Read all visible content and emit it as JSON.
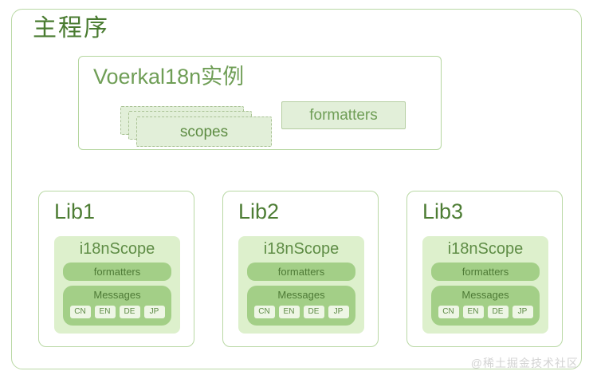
{
  "diagram": {
    "main_title": "主程序",
    "watermark": "@稀土掘金技术社区",
    "instance": {
      "title": "Voerkal18n实例",
      "scopes_label": "scopes",
      "formatters_label": "formatters"
    },
    "libs": [
      {
        "title": "Lib1",
        "scope_title": "i18nScope",
        "formatters_label": "formatters",
        "messages_label": "Messages",
        "languages": [
          "CN",
          "EN",
          "DE",
          "JP"
        ]
      },
      {
        "title": "Lib2",
        "scope_title": "i18nScope",
        "formatters_label": "formatters",
        "messages_label": "Messages",
        "languages": [
          "CN",
          "EN",
          "DE",
          "JP"
        ]
      },
      {
        "title": "Lib3",
        "scope_title": "i18nScope",
        "formatters_label": "formatters",
        "messages_label": "Messages",
        "languages": [
          "CN",
          "EN",
          "DE",
          "JP"
        ]
      }
    ],
    "colors": {
      "outer_border": "#b9d8a4",
      "title_green": "#497b30",
      "instance_title_green": "#6f9e56",
      "scope_card_fill": "#e2efd9",
      "scope_card_border": "#a9c294",
      "scope_panel_fill": "#ddf0cc",
      "pill_fill": "#a3cf87",
      "lang_tag_fill": "#eef6e5",
      "connector": "#a8cf8d",
      "watermark": "#d3d3d3"
    }
  }
}
